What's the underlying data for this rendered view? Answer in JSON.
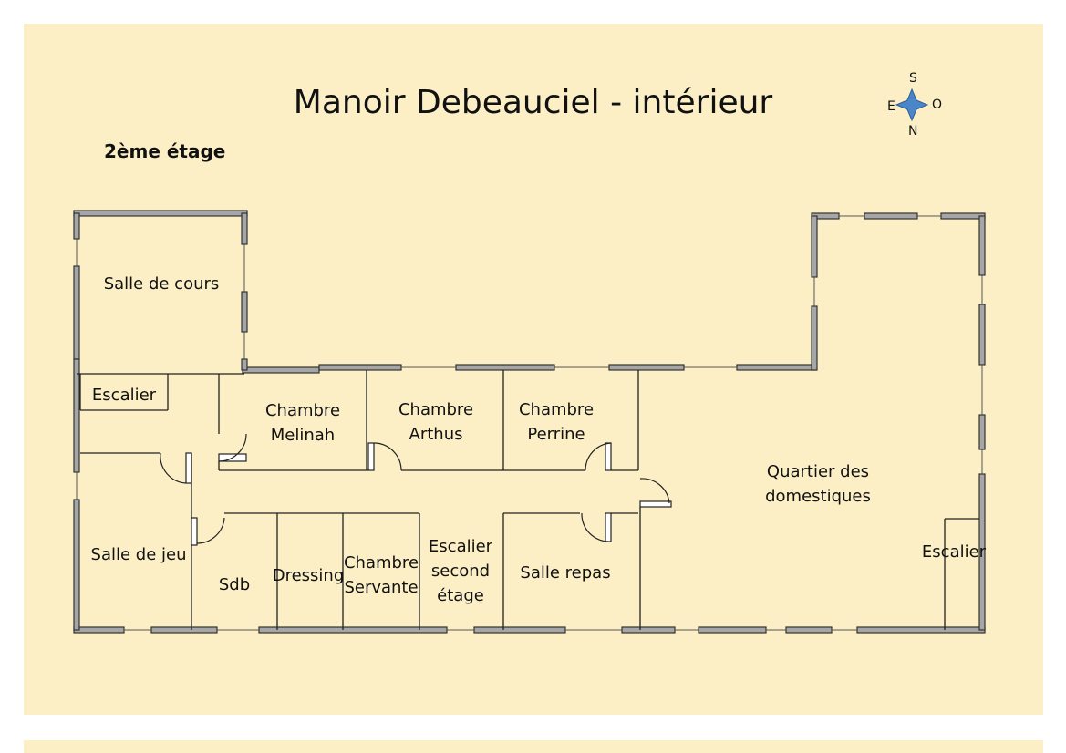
{
  "title": "Manoir Debeauciel - intérieur",
  "floor": "2ème étage",
  "compass": {
    "south": "S",
    "east": "E",
    "west": "O",
    "north": "N",
    "color": "#4a86c8"
  },
  "colors": {
    "background": "#fcefc5",
    "wall": "#a6a6a6",
    "wall_outline": "#333333"
  },
  "rooms": {
    "salle_de_cours": "Salle de cours",
    "escalier_west": "Escalier",
    "chambre_melinah": "Chambre\nMelinah",
    "chambre_arthus": "Chambre\nArthus",
    "chambre_perrine": "Chambre\nPerrine",
    "quartier_domestiques": "Quartier des\ndomestiques",
    "salle_de_jeu": "Salle de jeu",
    "sdb": "Sdb",
    "dressing": "Dressing",
    "chambre_servante": "Chambre\nServante",
    "escalier_second": "Escalier\nsecond\nétage",
    "salle_repas": "Salle repas",
    "escalier_east": "Escalier"
  }
}
